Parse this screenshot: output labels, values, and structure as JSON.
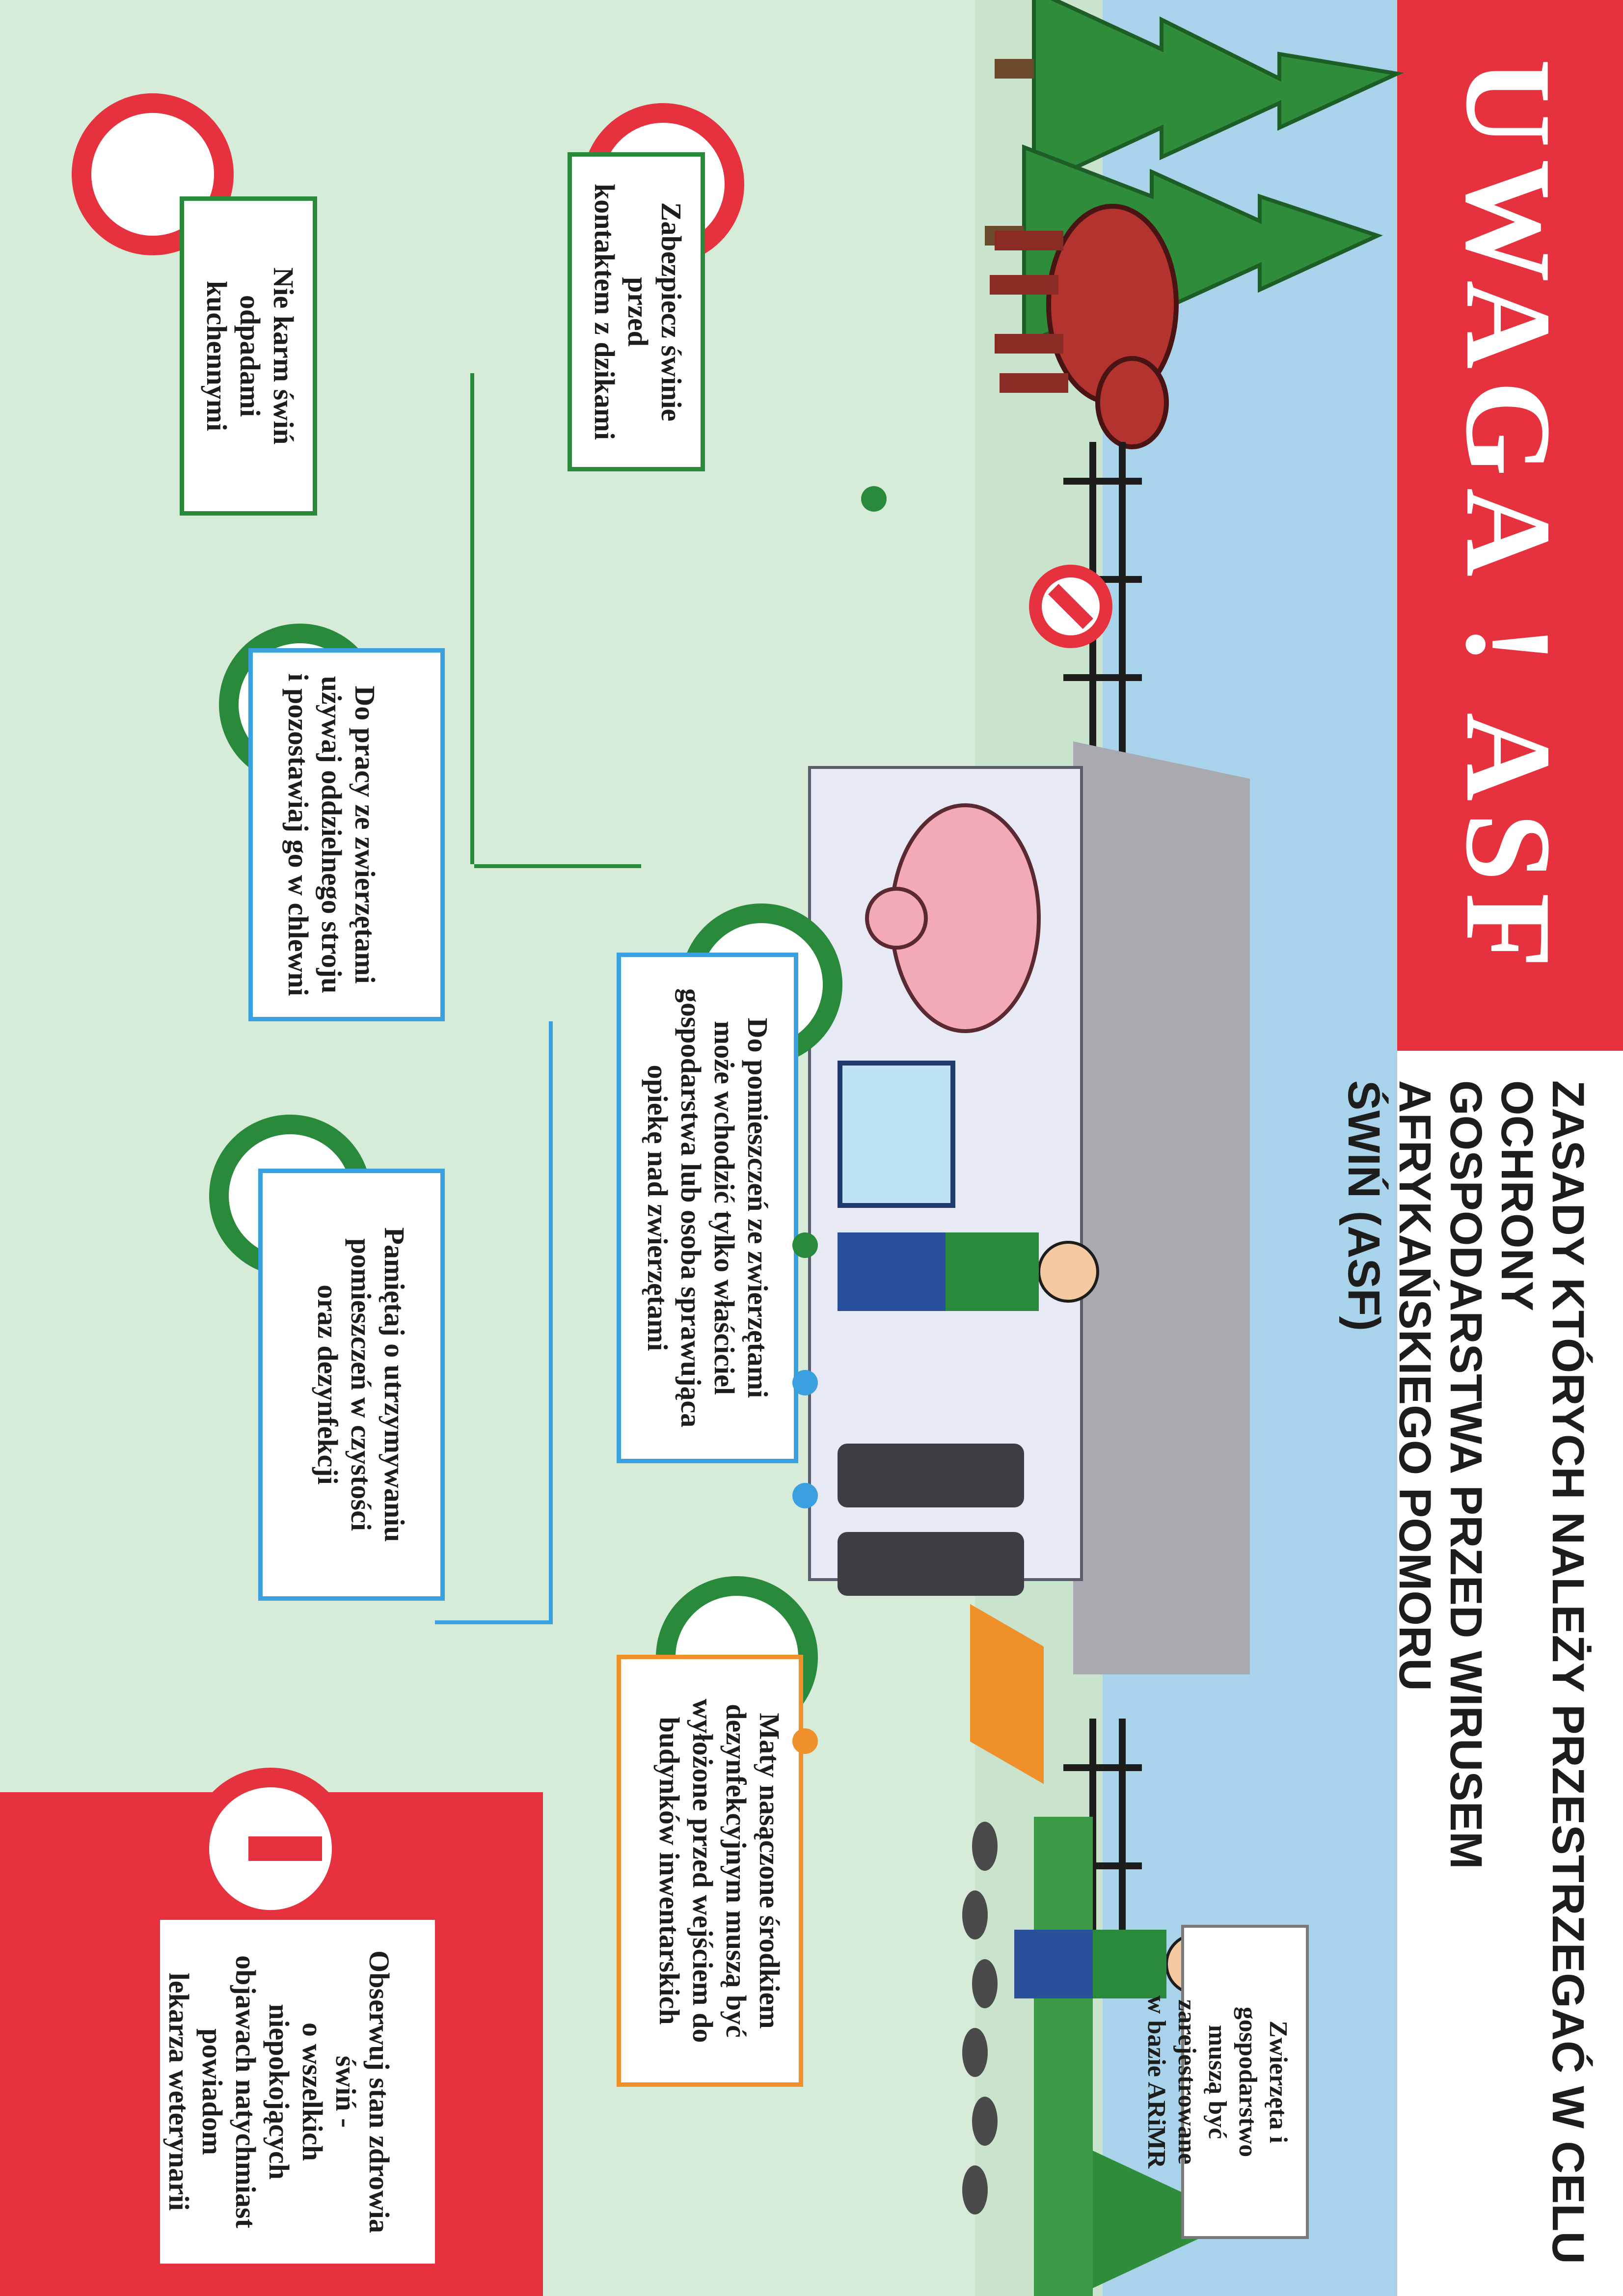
{
  "header": {
    "title": "UWAGA ! ASF",
    "subtitle_lines": [
      "ZASADY KTÓRYCH NALEŻY PRZESTRZEGAĆ W CELU OCHRONY",
      "GOSPODARSTWA PRZED WIRUSEM AFRYKAŃSKIEGO POMORU",
      "ŚWIŃ (ASF)"
    ]
  },
  "rules": {
    "kitchen_waste": [
      "Nie karm świń",
      "odpadami kuchennymi"
    ],
    "wild_boars": [
      "Zabezpiecz świnie przed",
      "kontaktem z dzikami"
    ],
    "clothing": [
      "Do pracy ze zwierzętami",
      "używaj oddzielnego stroju",
      "i pozostawiaj go w chlewni"
    ],
    "access": [
      "Do pomieszczeń ze zwierzętami",
      "może wchodzić tylko właściciel",
      "gospodarstwa lub osoba sprawująca",
      "opiekę nad zwierzętami"
    ],
    "cleaning": [
      "Pamiętaj o utrzymywaniu",
      "pomieszczeń w czystości",
      "oraz dezynfekcji"
    ],
    "mats": [
      "Maty nasączone środkiem",
      "dezynfekcyjnym muszą być",
      "wyłożone przed wejściem do",
      "budynków inwentarskich"
    ],
    "registration": [
      "Zwierzęta i gospodarstwo",
      "muszą być zarejestrowane",
      "w bazie ARiMR"
    ],
    "health": [
      "Obserwuj stan zdrowia świń -",
      "o wszelkich niepokojących",
      "objawach natychmiast powiadom",
      "lekarza weterynarii"
    ]
  },
  "icons": [
    "no-kitchen-waste-icon",
    "no-wild-boar-icon",
    "no-entry-icon",
    "coverall-icon",
    "farmer-face-icon",
    "cleaning-tools-icon",
    "mat-icon",
    "exclamation-icon"
  ],
  "colors": {
    "red": "#e6323e",
    "green": "#2a8a3c",
    "blue": "#3aa0e0",
    "orange": "#f0902a",
    "land": "#d4ead6",
    "water": "#a9d3ea"
  }
}
